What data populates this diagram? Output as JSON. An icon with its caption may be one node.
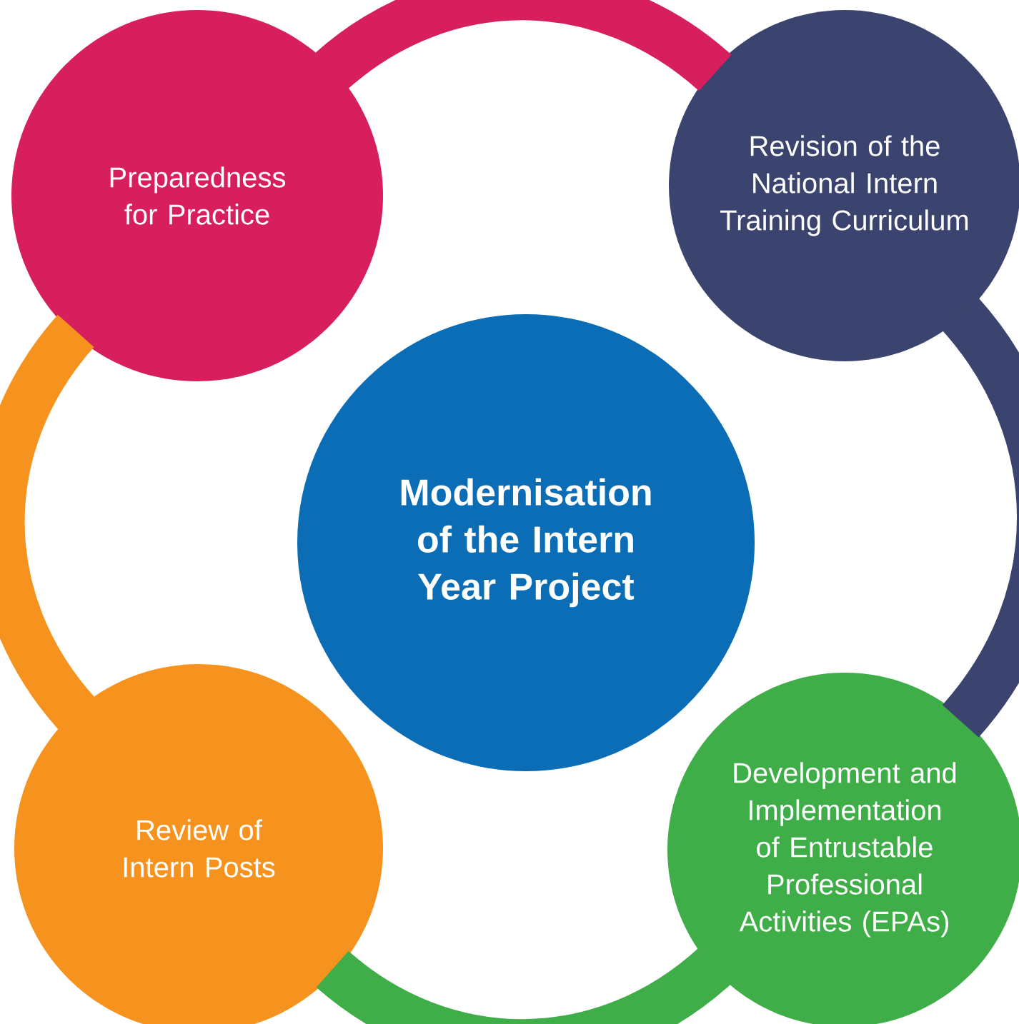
{
  "diagram": {
    "nodes": [
      {
        "text": [
          "Preparedness for Practice"
        ]
      },
      {
        "text": [
          "Revision of the National Intern Training Curriculum"
        ]
      },
      {
        "text": [
          "Modernisation of the Intern Year Project"
        ]
      },
      {
        "text": [
          "Review of Intern Posts"
        ]
      },
      {
        "text": [
          "Development and Implementation of Entrustable Professional Activities (EPAs)"
        ]
      }
    ],
    "edges": [
      {
        "from": 0,
        "to": 1,
        "arrow": "none",
        "color": "#d61f5c"
      },
      {
        "from": 1,
        "to": 4,
        "arrow": "none",
        "color": "#3b446e"
      },
      {
        "from": 4,
        "to": 3,
        "arrow": "none",
        "color": "#3fae49"
      },
      {
        "from": 3,
        "to": 0,
        "arrow": "none",
        "color": "#f6931e"
      }
    ]
  }
}
